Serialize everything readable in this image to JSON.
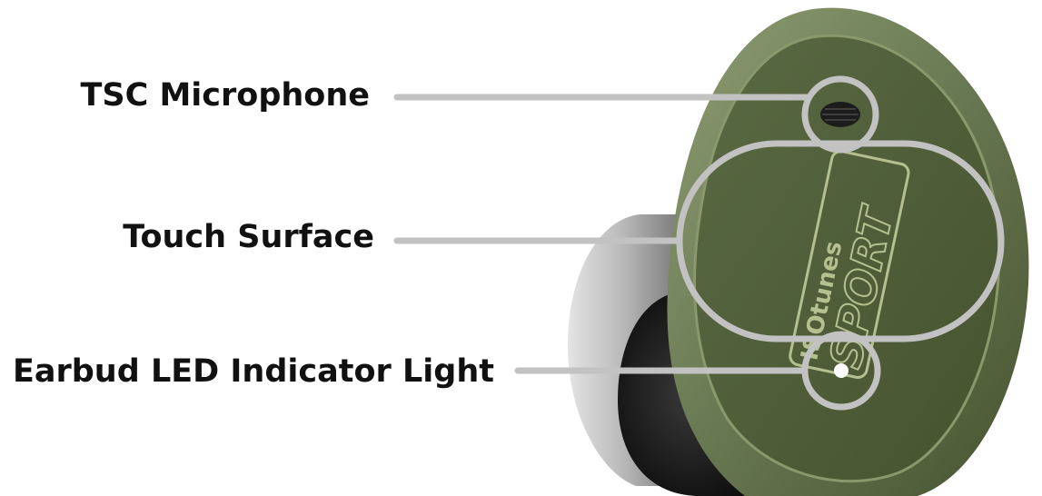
{
  "diagram": {
    "callouts": [
      {
        "id": "mic",
        "label": "TSC Microphone"
      },
      {
        "id": "touch",
        "label": "Touch Surface"
      },
      {
        "id": "led",
        "label": "Earbud LED Indicator Light"
      }
    ],
    "logo_text": "ISOtunes SPORT",
    "colors": {
      "earbud_green": "#4f5e3b",
      "earbud_rim": "#7d8c62",
      "callout_line": "#c2c2c2",
      "eartip_black": "#1a1a1a",
      "body_grey": "#b8b8b8"
    }
  }
}
